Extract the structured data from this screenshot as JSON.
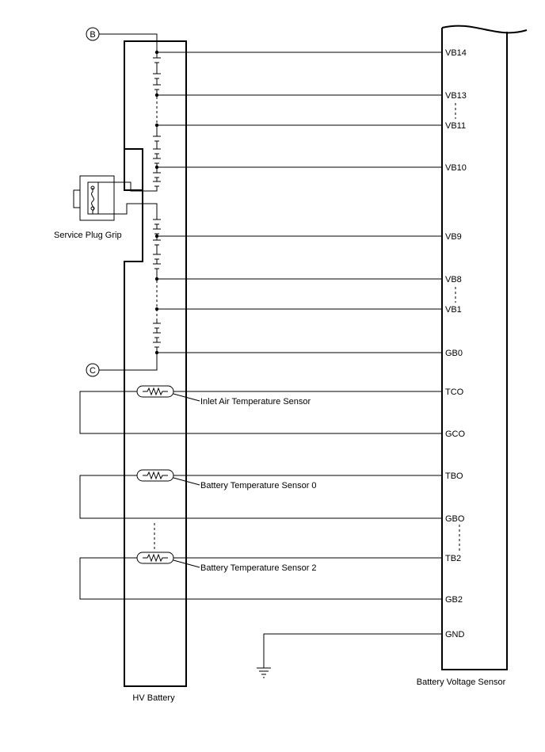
{
  "components": {
    "hv_battery": "HV Battery",
    "battery_voltage_sensor": "Battery Voltage Sensor",
    "service_plug_grip": "Service Plug Grip",
    "inlet_air_temperature_sensor": "Inlet Air Temperature Sensor",
    "battery_temperature_sensor_0": "Battery Temperature Sensor 0",
    "battery_temperature_sensor_2": "Battery Temperature Sensor 2"
  },
  "connectors": {
    "b": "B",
    "c": "C"
  },
  "terminals": [
    "VB14",
    "VB13",
    "VB11",
    "VB10",
    "VB9",
    "VB8",
    "VB1",
    "GB0",
    "TCO",
    "GCO",
    "TBO",
    "GBO",
    "TB2",
    "GB2",
    "GND"
  ],
  "icons": [
    "ground-icon",
    "thermistor-icon",
    "fuse-icon",
    "battery-cell-icon"
  ],
  "colors": {
    "line": "#000000",
    "background": "#ffffff"
  }
}
